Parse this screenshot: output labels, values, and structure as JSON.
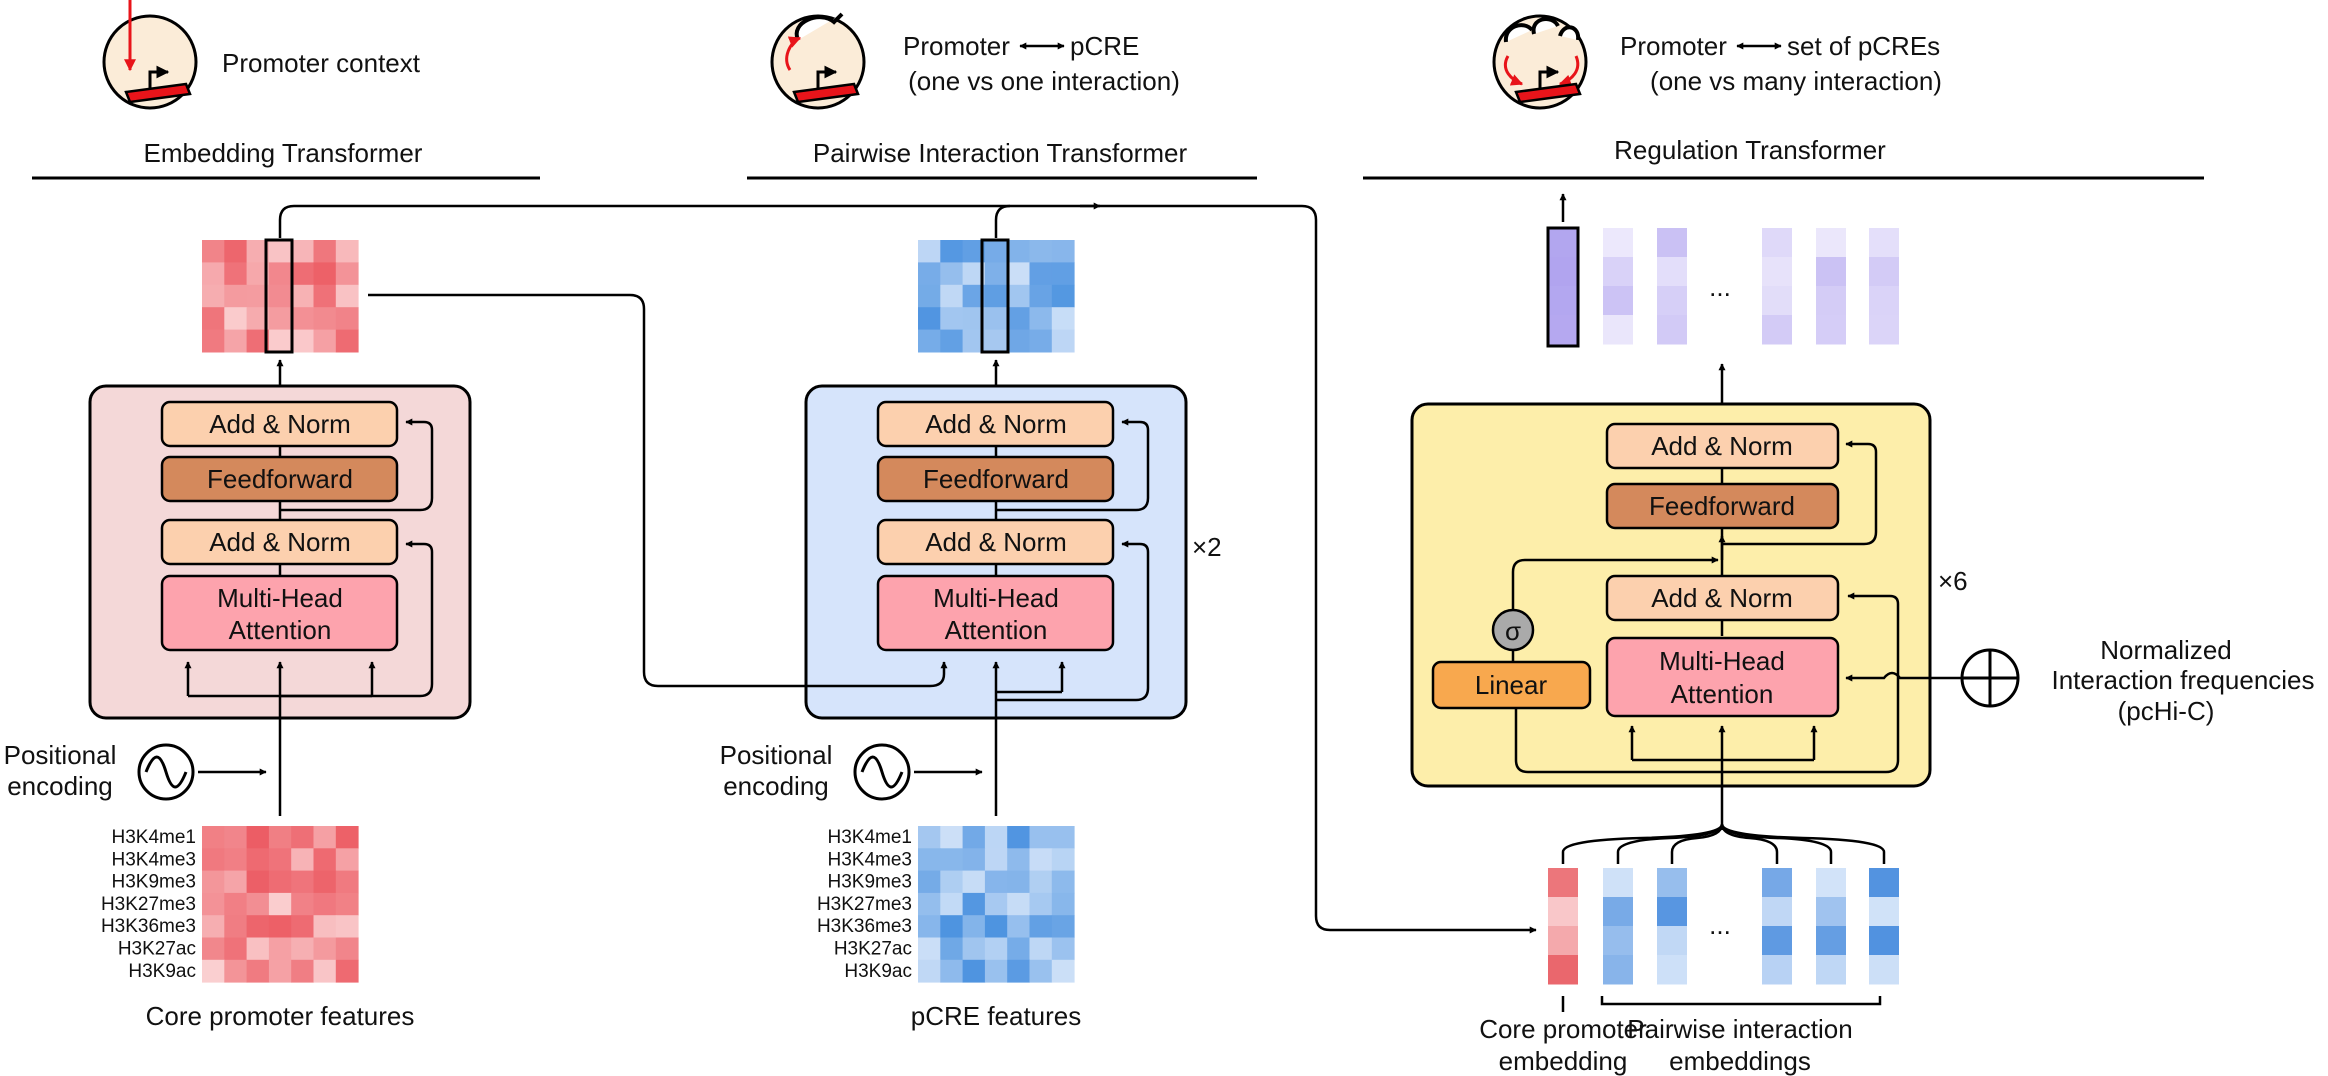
{
  "colors": {
    "red_box": "#f4d8d8",
    "blue_box": "#d6e4fb",
    "yellow_box": "#fdeeaa",
    "add_norm": "#fcd0ae",
    "feedforward": "#d4895c",
    "attention": "#fda3ad",
    "linear": "#f8a84e",
    "sigma": "#aaaaaa"
  },
  "icons": [
    "promoter-context-icon",
    "one-vs-one-interaction-icon",
    "one-vs-many-interaction-icon",
    "positional-encoding-wave-icon",
    "circle-plus-icon"
  ],
  "embedding": {
    "icon_caption": "Promoter context",
    "title": "Embedding Transformer",
    "add_norm_top": "Add & Norm",
    "feedforward": "Feedforward",
    "add_norm_bottom": "Add & Norm",
    "attention_line1": "Multi-Head",
    "attention_line2": "Attention",
    "pos_line1": "Positional",
    "pos_line2": "encoding",
    "feature_rows": [
      "H3K4me1",
      "H3K4me3",
      "H3K9me3",
      "H3K27me3",
      "H3K36me3",
      "H3K27ac",
      "H3K9ac"
    ],
    "features_caption": "Core promoter features"
  },
  "pairwise": {
    "icon_caption_left": "Promoter",
    "icon_caption_right": "pCRE",
    "icon_caption_line2": "(one vs one interaction)",
    "title": "Pairwise Interaction Transformer",
    "add_norm_top": "Add & Norm",
    "feedforward": "Feedforward",
    "add_norm_bottom": "Add & Norm",
    "attention_line1": "Multi-Head",
    "attention_line2": "Attention",
    "repeat": "×2",
    "pos_line1": "Positional",
    "pos_line2": "encoding",
    "feature_rows": [
      "H3K4me1",
      "H3K4me3",
      "H3K9me3",
      "H3K27me3",
      "H3K36me3",
      "H3K27ac",
      "H3K9ac"
    ],
    "features_caption": "pCRE features"
  },
  "regulation": {
    "icon_caption_left": "Promoter",
    "icon_caption_right": "set of pCREs",
    "icon_caption_line2": "(one vs many interaction)",
    "title": "Regulation Transformer",
    "add_norm_top": "Add & Norm",
    "feedforward": "Feedforward",
    "add_norm_bottom": "Add & Norm",
    "attention_line1": "Multi-Head",
    "attention_line2": "Attention",
    "linear": "Linear",
    "sigma": "σ",
    "repeat": "×6",
    "ellipsis_top": "...",
    "ellipsis_bottom": "...",
    "freq_line1": "Normalized",
    "freq_line2": "Interaction frequencies",
    "freq_line3": "(pcHi-C)",
    "core_line1": "Core promoter",
    "core_line2": "embedding",
    "pair_line1": "Pairwise interaction",
    "pair_line2": "embeddings"
  }
}
